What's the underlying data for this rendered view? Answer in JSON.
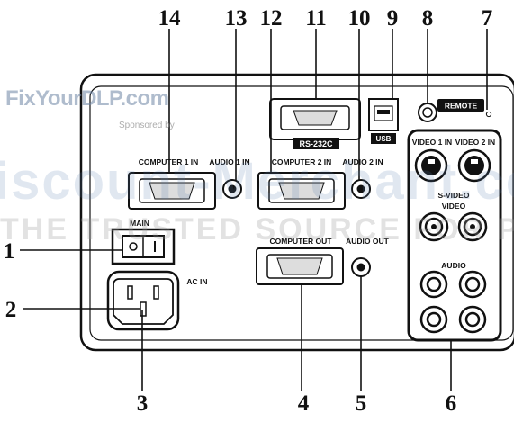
{
  "watermark": {
    "logo": "FixYourDLP.com",
    "sponsored": "Sponsored by",
    "overlay": "iscount-Merchant.com",
    "band": "THE TRUSTED SOURCE FOR PROJECTOR"
  },
  "callouts": {
    "n1": "1",
    "n2": "2",
    "n3": "3",
    "n4": "4",
    "n5": "5",
    "n6": "6",
    "n7": "7",
    "n8": "8",
    "n9": "9",
    "n10": "10",
    "n11": "11",
    "n12": "12",
    "n13": "13",
    "n14": "14"
  },
  "labels": {
    "computer1_in": "COMPUTER 1 IN",
    "audio1_in": "AUDIO 1 IN",
    "computer2_in": "COMPUTER 2 IN",
    "audio2_in": "AUDIO 2 IN",
    "rs232c": "RS-232C",
    "usb": "USB",
    "remote": "REMOTE",
    "video1_in": "VIDEO 1 IN",
    "video2_in": "VIDEO 2 IN",
    "svideo": "S-VIDEO",
    "video": "VIDEO",
    "audio": "AUDIO",
    "main": "MAIN",
    "ac_in": "AC IN",
    "computer_out": "COMPUTER OUT",
    "audio_out": "AUDIO OUT"
  }
}
